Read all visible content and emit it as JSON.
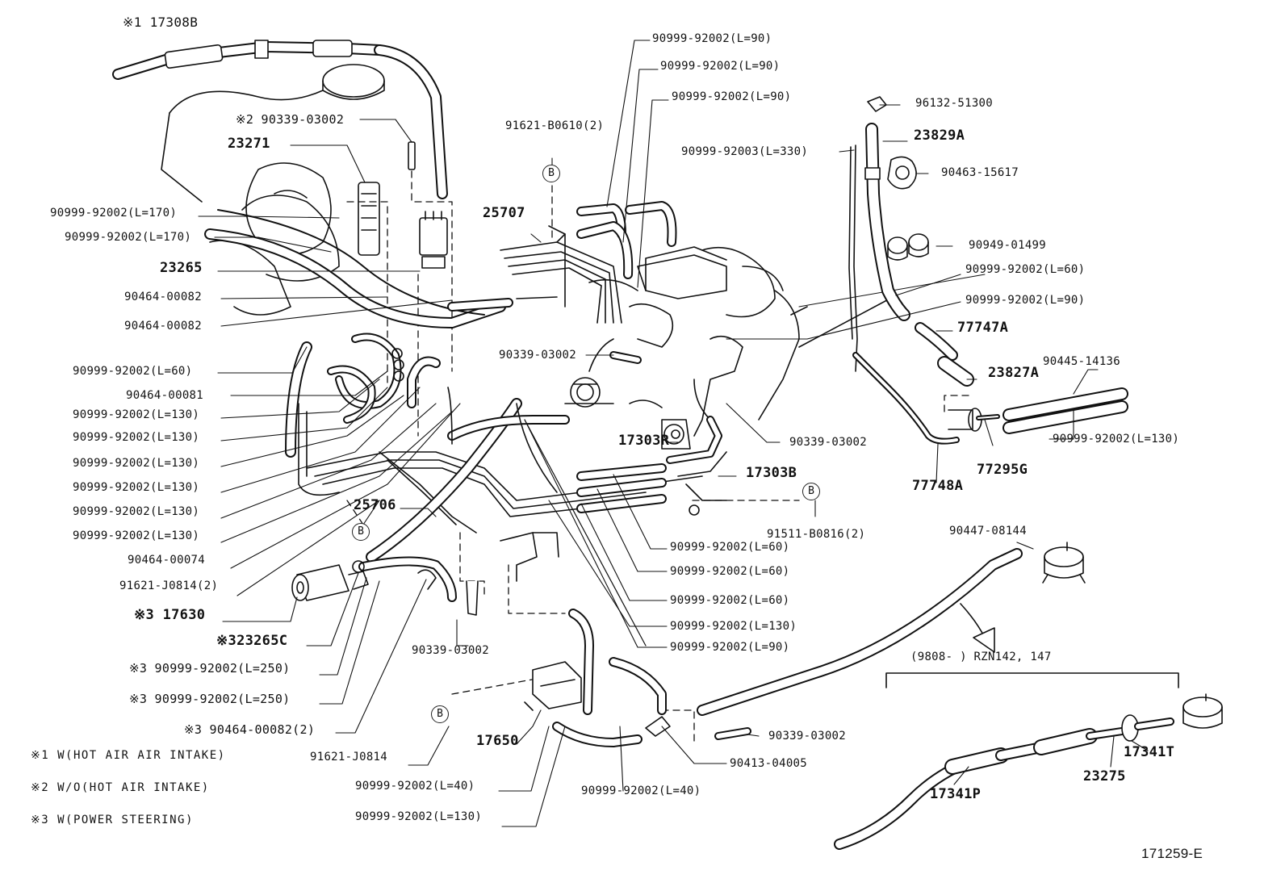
{
  "labels": {
    "l17308b": "※1 17308B",
    "l90339_top": "※2 90339-03002",
    "l23271": "23271",
    "l_l170a": "90999-92002(L=170)",
    "l_l170b": "90999-92002(L=170)",
    "l23265": "23265",
    "l90464_a": "90464-00082",
    "l90464_b": "90464-00082",
    "l_l60a": "90999-92002(L=60)",
    "l90464_81": "90464-00081",
    "l_l130a": "90999-92002(L=130)",
    "l_l130b": "90999-92002(L=130)",
    "l_l130c": "90999-92002(L=130)",
    "l_l130d": "90999-92002(L=130)",
    "l_l130e": "90999-92002(L=130)",
    "l_l130f": "90999-92002(L=130)",
    "l90464_74": "90464-00074",
    "l91621_j0814_2": "91621-J0814(2)",
    "l17630": "※3 17630",
    "l23265c": "※323265C",
    "l_l250a": "※3  90999-92002(L=250)",
    "l_l250b": "※3  90999-92002(L=250)",
    "l90464_82_2": "※3  90464-00082(2)",
    "l91621_j0814": "91621-J0814",
    "l_l40a": "90999-92002(L=40)",
    "l_l130g": "90999-92002(L=130)",
    "l_l90_1": "90999-92002(L=90)",
    "l_l90_2": "90999-92002(L=90)",
    "l_l90_3": "90999-92002(L=90)",
    "l91621_b0610": "91621-B0610(2)",
    "l25707": "25707",
    "l90999_330": "90999-92003(L=330)",
    "l96132": "96132-51300",
    "l23829a": "23829A",
    "l90463": "90463-15617",
    "l90949": "90949-01499",
    "l_l60b": "90999-92002(L=60)",
    "l_l90_4": "90999-92002(L=90)",
    "l77747a": "77747A",
    "l90339_mid": "90339-03002",
    "l23827a": "23827A",
    "l90445": "90445-14136",
    "l_l130h": "90999-92002(L=130)",
    "l17303r": "17303R",
    "l90339_r": "90339-03002",
    "l77295g": "77295G",
    "l77748a": "77748A",
    "l17303b": "17303B",
    "l25706": "25706",
    "l91511": "91511-B0816(2)",
    "l_l60c": "90999-92002(L=60)",
    "l_l60d": "90999-92002(L=60)",
    "l_l60e": "90999-92002(L=60)",
    "l_l130i": "90999-92002(L=130)",
    "l_l90_5": "90999-92002(L=90)",
    "l90447": "90447-08144",
    "l90339_bot": "90339-03002",
    "l9808": "(9808-       )  RZN142, 147",
    "l17650": "17650",
    "l90339_b2": "90339-03002",
    "l90413": "90413-04005",
    "l_l40b": "90999-92002(L=40)",
    "l23275": "23275",
    "l17341t": "17341T",
    "l17341p": "17341P"
  },
  "refs": [
    "B",
    "B",
    "B",
    "B"
  ],
  "notes": [
    "※1 W(HOT AIR AIR INTAKE)",
    "※2 W/O(HOT AIR INTAKE)",
    "※3 W(POWER STEERING)"
  ],
  "figure_id": "171259-E"
}
